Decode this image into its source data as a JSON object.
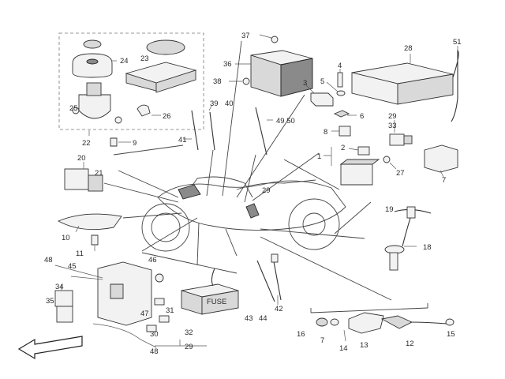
{
  "callouts": {
    "c1": "1",
    "c2": "2",
    "c3": "3",
    "c4": "4",
    "c5": "5",
    "c6": "6",
    "c7a": "7",
    "c7b": "7",
    "c8": "8",
    "c9": "9",
    "c10": "10",
    "c11": "11",
    "c12": "12",
    "c13": "13",
    "c14": "14",
    "c15": "15",
    "c16": "16",
    "c18": "18",
    "c19": "19",
    "c20": "20",
    "c21": "21",
    "c22": "22",
    "c23": "23",
    "c24": "24",
    "c25": "25",
    "c26": "26",
    "c27": "27",
    "c28": "28",
    "c29a": "29",
    "c29b": "29",
    "c29c": "29",
    "c30": "30",
    "c31": "31",
    "c32": "32",
    "c33": "33",
    "c34": "34",
    "c35": "35",
    "c36": "36",
    "c37": "37",
    "c38": "38",
    "c39": "39",
    "c40": "40",
    "c41": "41",
    "c42": "42",
    "c43": "43",
    "c44": "44",
    "c45": "45",
    "c46": "46",
    "c47": "47",
    "c48a": "48",
    "c48b": "48",
    "c4950": "49 50",
    "c51": "51"
  },
  "fuse_label": "FUSE"
}
